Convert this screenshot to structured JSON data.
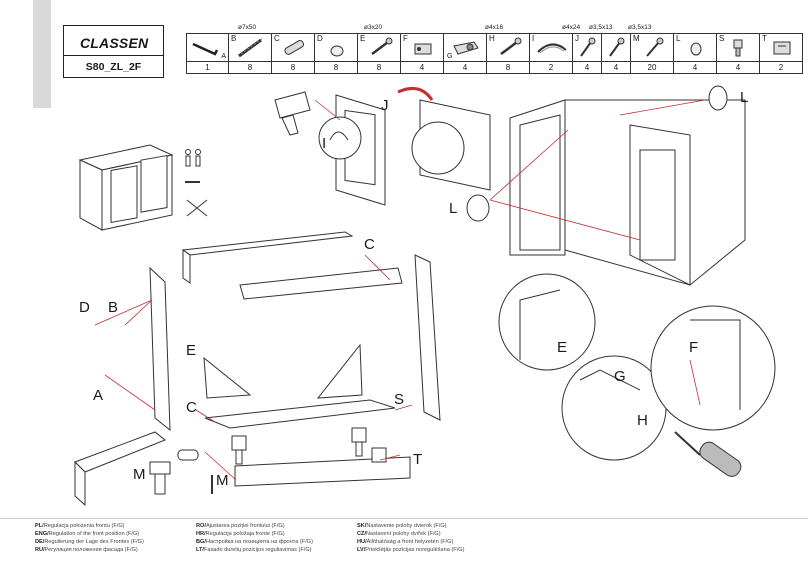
{
  "brand": "CLASSEN",
  "model": "S80_ZL_2F",
  "parts": [
    {
      "letter": "",
      "sub": "A",
      "qty": "1",
      "icon": "allen-key-icon"
    },
    {
      "letter": "B",
      "sub": "",
      "qty": "8",
      "icon": "bolt-icon"
    },
    {
      "letter": "C",
      "sub": "",
      "qty": "8",
      "icon": "dowel-icon"
    },
    {
      "letter": "D",
      "sub": "",
      "qty": "8",
      "icon": "nut-icon"
    },
    {
      "letter": "E",
      "sub": "",
      "qty": "8",
      "icon": "screw-icon"
    },
    {
      "letter": "F",
      "sub": "",
      "qty": "4",
      "icon": "hinge-icon"
    },
    {
      "letter": "",
      "sub": "G",
      "qty": "4",
      "icon": "hinge-plate-icon"
    },
    {
      "letter": "H",
      "sub": "",
      "qty": "8",
      "icon": "screw-icon"
    },
    {
      "letter": "I",
      "sub": "",
      "qty": "2",
      "icon": "handle-icon"
    },
    {
      "letter": "J",
      "sub": "",
      "qty": "4",
      "icon": "screw-icon"
    },
    {
      "letter": "",
      "sub": "",
      "qty": "4",
      "icon": "screw-icon"
    },
    {
      "letter": "M",
      "sub": "",
      "qty": "20",
      "icon": "screw-icon"
    },
    {
      "letter": "L",
      "sub": "",
      "qty": "4",
      "icon": "bumper-icon"
    },
    {
      "letter": "S",
      "sub": "",
      "qty": "4",
      "icon": "leg-icon"
    },
    {
      "letter": "T",
      "sub": "",
      "qty": "2",
      "icon": "clip-icon"
    }
  ],
  "sizes": {
    "b": "ø7x50",
    "e": "ø3x20",
    "h": "ø4x16",
    "j": "ø4x24",
    "k": "ø3,5x13",
    "m": "ø3,5x13"
  },
  "labels": {
    "a": "A",
    "b": "B",
    "c1": "C",
    "c2": "C",
    "d": "D",
    "e1": "E",
    "e2": "E",
    "f": "F",
    "g": "G",
    "h": "H",
    "i": "I",
    "j": "J",
    "l1": "L",
    "l2": "L",
    "m1": "M",
    "m2": "M",
    "s": "S",
    "t": "T"
  },
  "footer": {
    "col1": [
      {
        "code": "PL/",
        "text": "Regulacja położenia frontu (F/G)"
      },
      {
        "code": "ENG/",
        "text": "Regulation of the front position (F/G)"
      },
      {
        "code": "DE/",
        "text": "Regulierung der Lage des Frontes (F/G)"
      },
      {
        "code": "RU/",
        "text": "Регуляция положения фасада (F/G)"
      }
    ],
    "col2": [
      {
        "code": "RO/",
        "text": "Ajustarea poziției frontului (F/G)"
      },
      {
        "code": "HR/",
        "text": "Regulacija položaja fronte (F/G)"
      },
      {
        "code": "BG/",
        "text": "Настройка на позицията на фронта (F/G)"
      },
      {
        "code": "LT/",
        "text": "Fasado durelių pozicijos reguliavimas (F/G)"
      }
    ],
    "col3": [
      {
        "code": "SK/",
        "text": "Nastavenie polohy dvierok (F/G)"
      },
      {
        "code": "CZ/",
        "text": "Nastavení polohy dvířek (F/G)"
      },
      {
        "code": "HU/",
        "text": "Állíthatóság a front helyzetén (F/G)"
      },
      {
        "code": "LV/",
        "text": "Priekšējās pozīcijas noregulēšana (F/G)"
      }
    ]
  }
}
